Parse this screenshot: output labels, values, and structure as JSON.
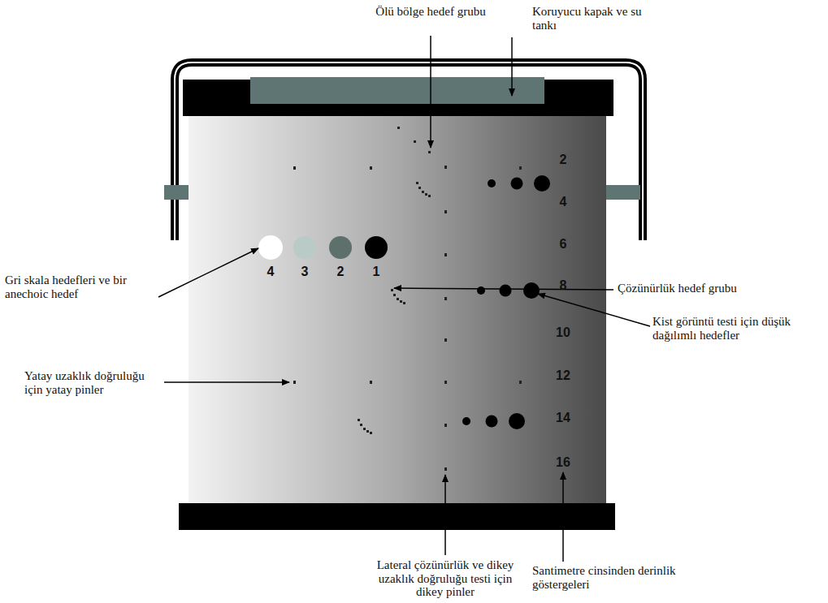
{
  "diagram": {
    "labels": [
      "Ölü bölge hedef grubu",
      "Koruyucu kapak ve su tankı",
      "2",
      "4",
      "6",
      "8",
      "10",
      "12",
      "14",
      "16",
      "4",
      "3",
      "2",
      "1",
      "Gri skala hedefleri ve bir anechoic hedef",
      "Çözünürlük hedef grubu",
      "Kist görüntü testi için düşük dağılımlı hedefler",
      "Yatay uzaklık doğruluğu için yatay pinler",
      "Lateral çözünürlük ve dikey uzaklık doğruluğu testi için dikey pinler",
      "Santimetre cinsinden derinlik göstergeleri"
    ]
  }
}
